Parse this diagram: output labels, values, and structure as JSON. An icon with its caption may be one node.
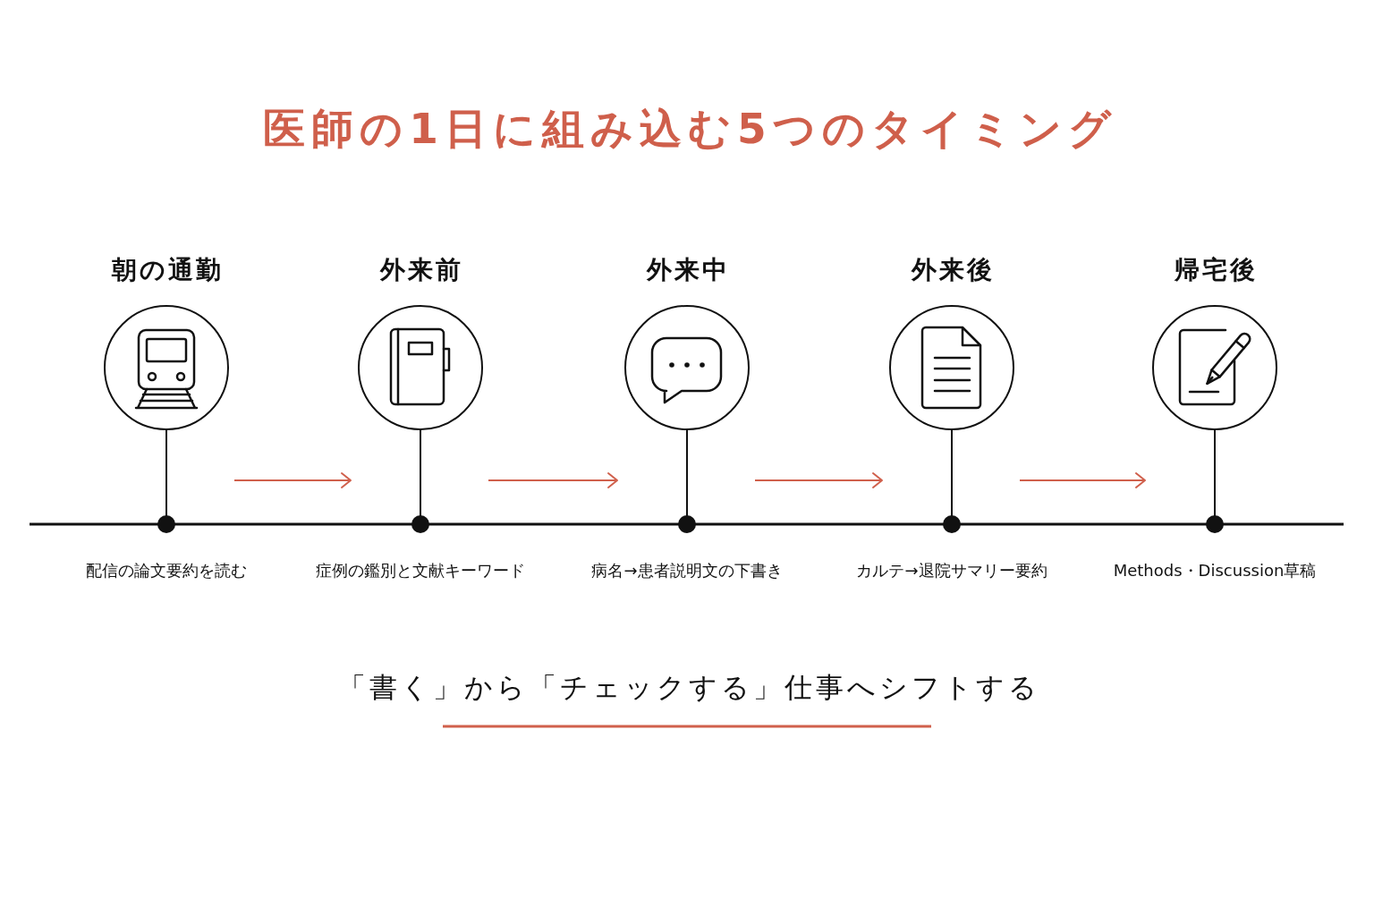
{
  "diagram": {
    "title": "医師の1日に組み込む5つのタイミング",
    "caption": "「書く」から「チェックする」仕事へシフトする",
    "nodes": [
      {
        "text": [
          "朝の通勤"
        ],
        "beside": [
          "配信の論文要約を読む"
        ]
      },
      {
        "text": [
          "外来前"
        ],
        "beside": [
          "症例の鑑別と文献キーワード"
        ]
      },
      {
        "text": [
          "外来中"
        ],
        "beside": [
          "病名→患者説明文の下書き"
        ]
      },
      {
        "text": [
          "外来後"
        ],
        "beside": [
          "カルテ→退院サマリー要約"
        ]
      },
      {
        "text": [
          "帰宅後"
        ],
        "beside": [
          "Methods・Discussion草稿"
        ]
      }
    ],
    "edges": [
      {
        "from": 0,
        "to": 1,
        "arrow": "to"
      },
      {
        "from": 1,
        "to": 2,
        "arrow": "to"
      },
      {
        "from": 2,
        "to": 3,
        "arrow": "to"
      },
      {
        "from": 3,
        "to": 4,
        "arrow": "to"
      }
    ]
  }
}
